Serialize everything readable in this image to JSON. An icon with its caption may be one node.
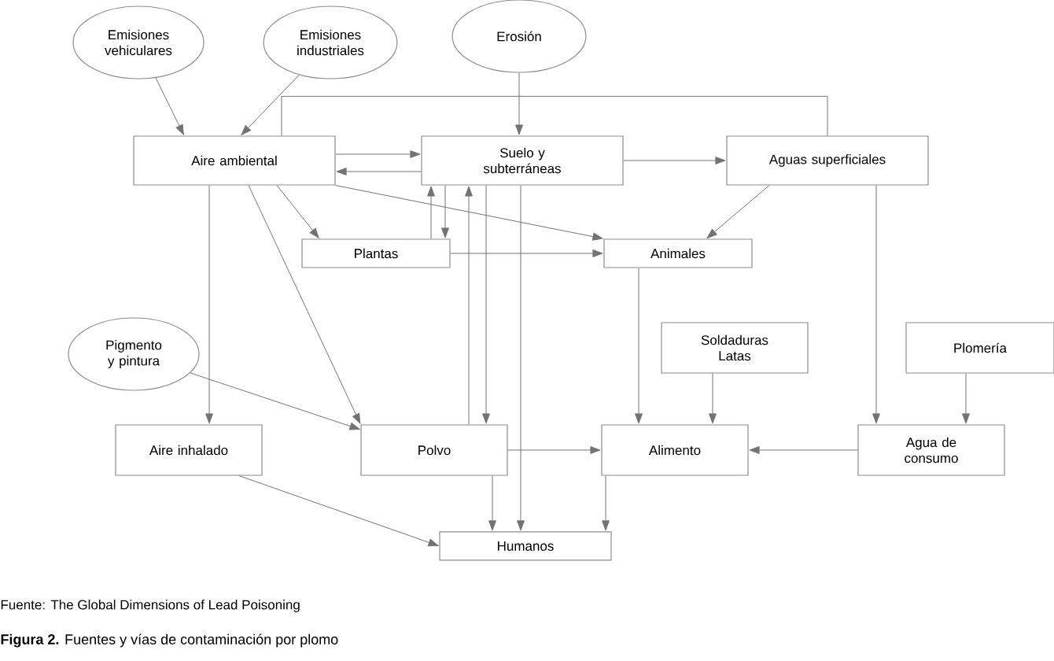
{
  "diagram": {
    "caption": "**Figura 2.** Fuentes y vías de contaminación por plomo",
    "nodes": [
      {
        "text": [
          "Emisiones vehiculares"
        ]
      },
      {
        "text": [
          "Emisiones industriales"
        ]
      },
      {
        "text": [
          "Erosión"
        ]
      },
      {
        "text": [
          "Aire ambiental"
        ]
      },
      {
        "text": [
          "Suelo y subterráneas"
        ]
      },
      {
        "text": [
          "Aguas superficiales"
        ]
      },
      {
        "text": [
          "Plantas"
        ]
      },
      {
        "text": [
          "Animales"
        ]
      },
      {
        "text": [
          "Pigmento y pintura"
        ]
      },
      {
        "text": [
          "Soldaduras Latas"
        ]
      },
      {
        "text": [
          "Plomería"
        ]
      },
      {
        "text": [
          "Aire inhalado"
        ]
      },
      {
        "text": [
          "Polvo"
        ]
      },
      {
        "text": [
          "Alimento"
        ]
      },
      {
        "text": [
          "Agua de consumo"
        ]
      },
      {
        "text": [
          "Humanos"
        ]
      }
    ],
    "edges": [
      {
        "from": 0,
        "to": 3,
        "arrow": "to"
      },
      {
        "from": 1,
        "to": 3,
        "arrow": "to"
      },
      {
        "from": 2,
        "to": 4,
        "arrow": "to"
      },
      {
        "from": 3,
        "to": 5,
        "arrow": "none"
      },
      {
        "from": 3,
        "to": 4,
        "arrow": "to"
      },
      {
        "from": 4,
        "to": 3,
        "arrow": "to"
      },
      {
        "from": 4,
        "to": 5,
        "arrow": "to"
      },
      {
        "from": 3,
        "to": 6,
        "arrow": "to"
      },
      {
        "from": 3,
        "to": 7,
        "arrow": "to"
      },
      {
        "from": 6,
        "to": 4,
        "arrow": "to"
      },
      {
        "from": 4,
        "to": 6,
        "arrow": "to"
      },
      {
        "from": 12,
        "to": 4,
        "arrow": "to"
      },
      {
        "from": 4,
        "to": 12,
        "arrow": "to"
      },
      {
        "from": 4,
        "to": 15,
        "arrow": "to"
      },
      {
        "from": 6,
        "to": 7,
        "arrow": "to"
      },
      {
        "from": 5,
        "to": 7,
        "arrow": "to"
      },
      {
        "from": 3,
        "to": 11,
        "arrow": "to"
      },
      {
        "from": 3,
        "to": 12,
        "arrow": "to"
      },
      {
        "from": 8,
        "to": 12,
        "arrow": "to"
      },
      {
        "from": 11,
        "to": 15,
        "arrow": "to"
      },
      {
        "from": 12,
        "to": 15,
        "arrow": "to"
      },
      {
        "from": 12,
        "to": 13,
        "arrow": "to"
      },
      {
        "from": 7,
        "to": 13,
        "arrow": "to"
      },
      {
        "from": 9,
        "to": 13,
        "arrow": "to"
      },
      {
        "from": 5,
        "to": 14,
        "arrow": "to"
      },
      {
        "from": 10,
        "to": 14,
        "arrow": "to"
      },
      {
        "from": 14,
        "to": 13,
        "arrow": "to"
      },
      {
        "from": 13,
        "to": 15,
        "arrow": "to"
      }
    ],
    "labels": [
      "Fuente: The Global Dimensions of Lead Poisoning"
    ]
  }
}
